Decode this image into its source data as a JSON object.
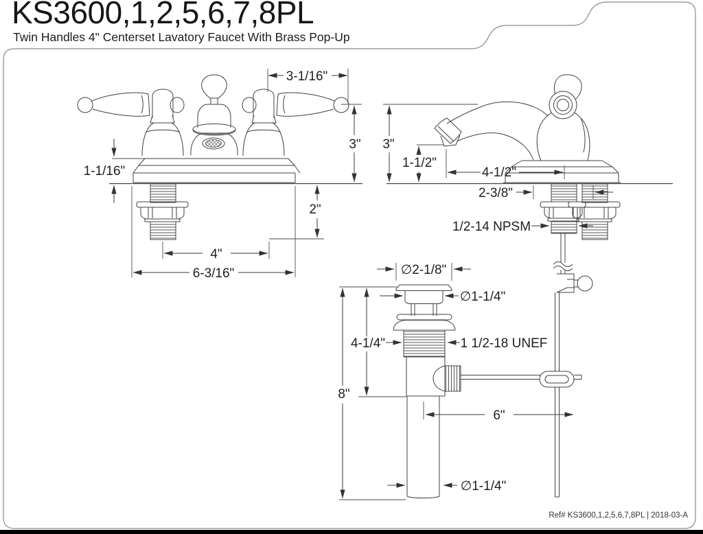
{
  "header": {
    "title": "KS3600,1,2,5,6,7,8PL",
    "subtitle": "Twin Handles 4\" Centerset Lavatory Faucet With Brass Pop-Up"
  },
  "footer": {
    "ref": "Ref# KS3600,1,2,5,6,7,8PL | 2018-03-A"
  },
  "front": {
    "handle_span": "3-1/16\"",
    "height": "3\"",
    "deck": "1-1/16\"",
    "shank": "2\"",
    "centers": "4\"",
    "width": "6-3/16\""
  },
  "side": {
    "height": "3\"",
    "clearance": "1-1/2\"",
    "depth": "4-1/2\"",
    "base": "2-3/8\"",
    "thread": "1/2-14 NPSM"
  },
  "drain": {
    "flange": "∅2-1/8\"",
    "plug": "∅1-1/4\"",
    "upper": "4-1/4\"",
    "thread": "1 1/2-18 UNEF",
    "length": "8\"",
    "reach": "6\"",
    "tail": "∅1-1/4\""
  }
}
